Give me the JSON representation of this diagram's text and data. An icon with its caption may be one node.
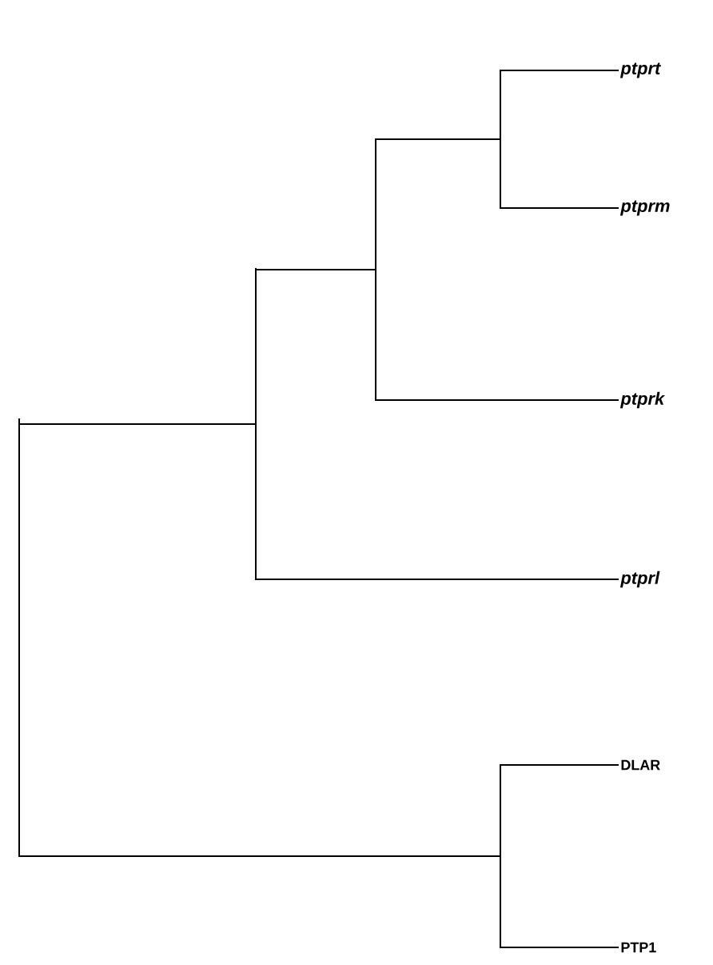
{
  "diagram": {
    "nodes": [
      {
        "text": [
          "ptprt"
        ]
      },
      {
        "text": [
          "ptprm"
        ]
      },
      {
        "text": [
          "ptprk"
        ]
      },
      {
        "text": [
          "ptprl"
        ]
      },
      {
        "text": [
          "DLAR"
        ]
      },
      {
        "text": [
          "PTP1"
        ]
      },
      {
        "text": [],
        "shape": "bar"
      },
      {
        "text": [],
        "shape": "bar"
      },
      {
        "text": [],
        "shape": "bar"
      },
      {
        "text": [],
        "shape": "bar"
      },
      {
        "text": [],
        "shape": "bar"
      }
    ],
    "edges": [
      {
        "from": 6,
        "to": 7,
        "arrow": "none"
      },
      {
        "from": 6,
        "to": 10,
        "arrow": "none"
      },
      {
        "from": 7,
        "to": 8,
        "arrow": "none"
      },
      {
        "from": 7,
        "to": 3,
        "arrow": "none"
      },
      {
        "from": 8,
        "to": 9,
        "arrow": "none"
      },
      {
        "from": 8,
        "to": 2,
        "arrow": "none"
      },
      {
        "from": 9,
        "to": 0,
        "arrow": "none"
      },
      {
        "from": 9,
        "to": 1,
        "arrow": "none"
      },
      {
        "from": 10,
        "to": 4,
        "arrow": "none"
      },
      {
        "from": 10,
        "to": 5,
        "arrow": "none"
      }
    ]
  }
}
